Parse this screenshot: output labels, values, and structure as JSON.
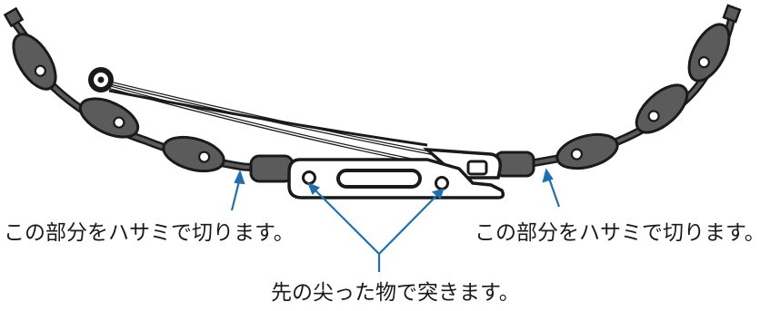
{
  "labels": {
    "cut_left": "この部分をハサミで切ります。",
    "cut_right": "この部分をハサミで切ります。",
    "poke": "先の尖った物で突きます。"
  },
  "colors": {
    "line": "#1a1a1a",
    "bead": "#5b5b5b",
    "pointer": "#1f6fb2",
    "background": "#ffffff"
  }
}
